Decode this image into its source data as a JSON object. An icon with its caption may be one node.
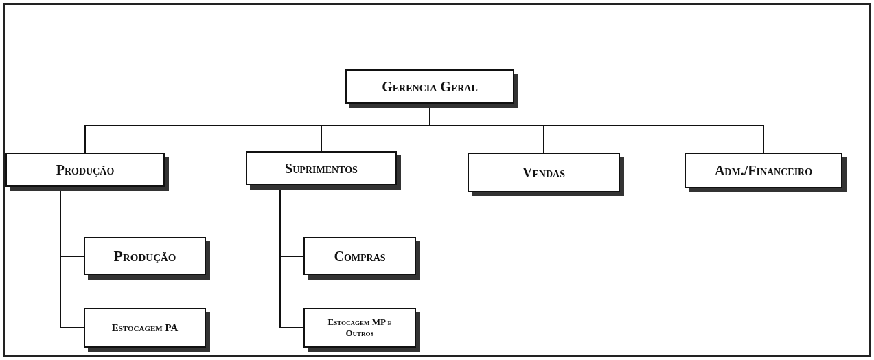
{
  "diagram": {
    "nodes": [
      {
        "text": [
          "Gerencia Geral"
        ]
      },
      {
        "text": [
          "Produção"
        ]
      },
      {
        "text": [
          "Suprimentos"
        ]
      },
      {
        "text": [
          "Vendas"
        ]
      },
      {
        "text": [
          "Adm./Financeiro"
        ]
      },
      {
        "text": [
          "Produção"
        ]
      },
      {
        "text": [
          "Estocagem PA"
        ]
      },
      {
        "text": [
          "Compras"
        ]
      },
      {
        "text": [
          "Estocagem MP e Outros"
        ]
      }
    ],
    "edges": [
      {
        "from": 0,
        "to": 1,
        "arrow": "none"
      },
      {
        "from": 0,
        "to": 2,
        "arrow": "none"
      },
      {
        "from": 0,
        "to": 3,
        "arrow": "none"
      },
      {
        "from": 0,
        "to": 4,
        "arrow": "none"
      },
      {
        "from": 1,
        "to": 5,
        "arrow": "none"
      },
      {
        "from": 1,
        "to": 6,
        "arrow": "none"
      },
      {
        "from": 2,
        "to": 7,
        "arrow": "none"
      },
      {
        "from": 2,
        "to": 8,
        "arrow": "none"
      }
    ]
  }
}
